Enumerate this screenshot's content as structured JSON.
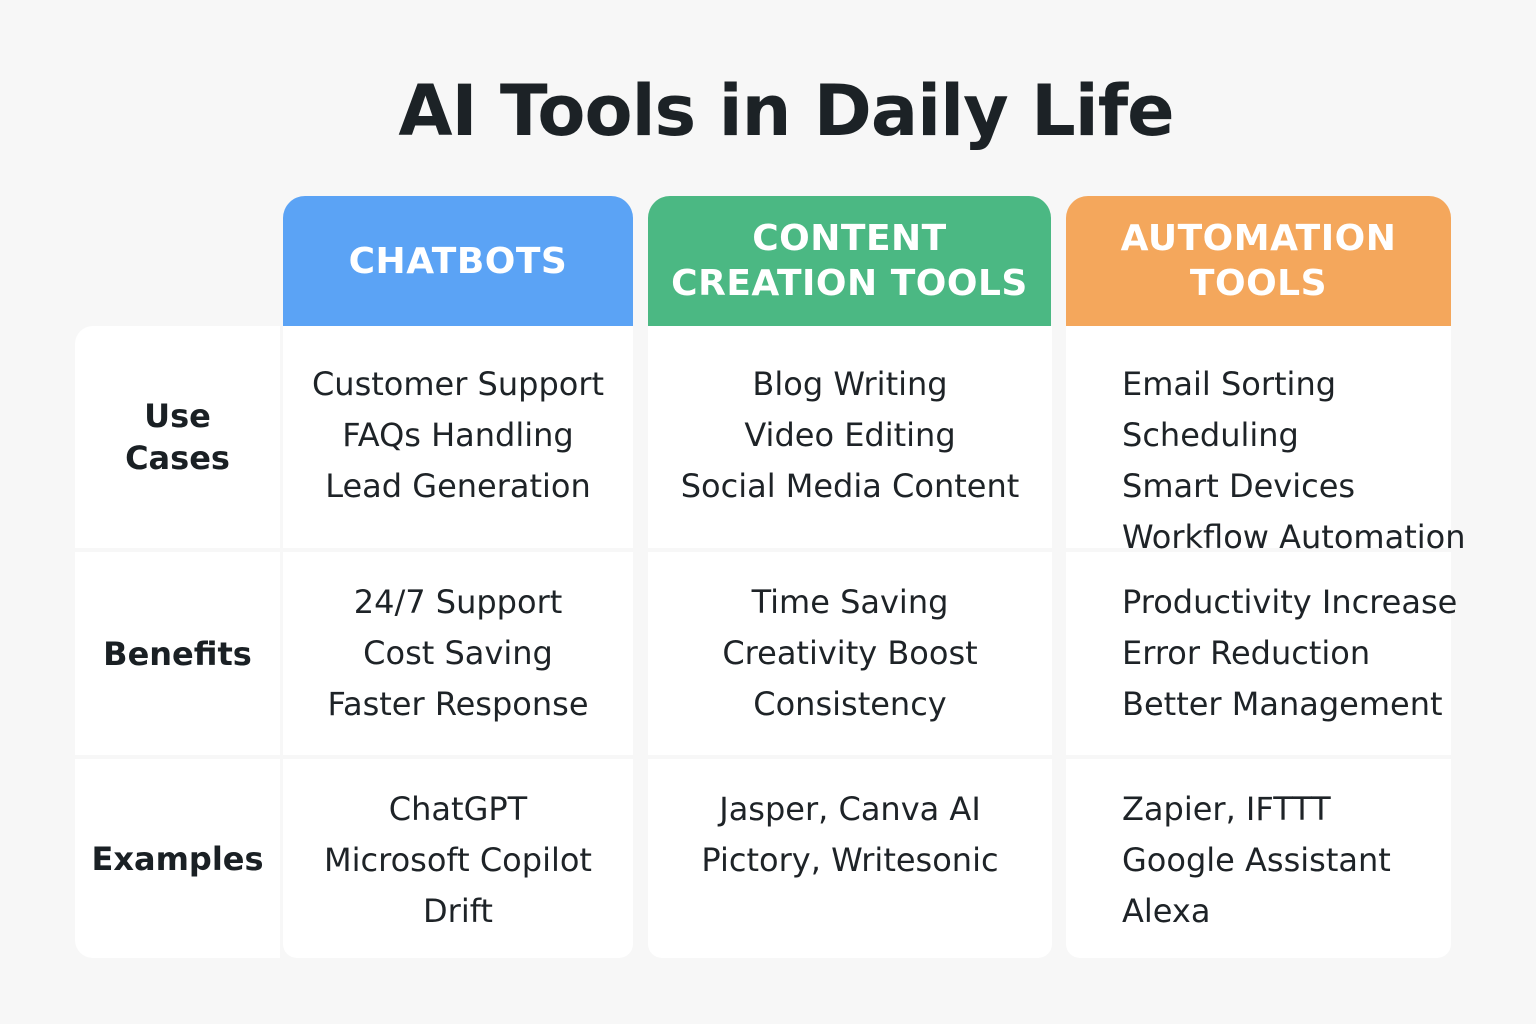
{
  "title": "AI Tools in Daily Life",
  "columns": [
    {
      "name_line1": "CHATBOTS",
      "color": "#5ba3f5"
    },
    {
      "name_line1": "CONTENT",
      "name_line2": "CREATION TOOLS",
      "color": "#4bb883"
    },
    {
      "name_line1": "AUTOMATION",
      "name_line2": "TOOLS",
      "color": "#f4a75c"
    }
  ],
  "rows": [
    {
      "label_line1": "Use",
      "label_line2": "Cases",
      "cells": [
        [
          "Customer Support",
          "FAQs Handling",
          "Lead Generation"
        ],
        [
          "Blog Writing",
          "Video Editing",
          "Social Media Content"
        ],
        [
          "Email Sorting",
          "Scheduling",
          "Smart Devices",
          "Workflow Automation"
        ]
      ]
    },
    {
      "label_line1": "Benefits",
      "cells": [
        [
          "24/7 Support",
          "Cost Saving",
          "Faster Response"
        ],
        [
          "Time Saving",
          "Creativity Boost",
          "Consistency"
        ],
        [
          "Productivity Increase",
          "Error Reduction",
          "Better Management"
        ]
      ]
    },
    {
      "label_line1": "Examples",
      "cells": [
        [
          "ChatGPT",
          "Microsoft Copilot",
          "Drift"
        ],
        [
          "Jasper, Canva AI",
          "Pictory, Writesonic"
        ],
        [
          "Zapier, IFTTT",
          "Google Assistant",
          "Alexa"
        ]
      ]
    }
  ]
}
